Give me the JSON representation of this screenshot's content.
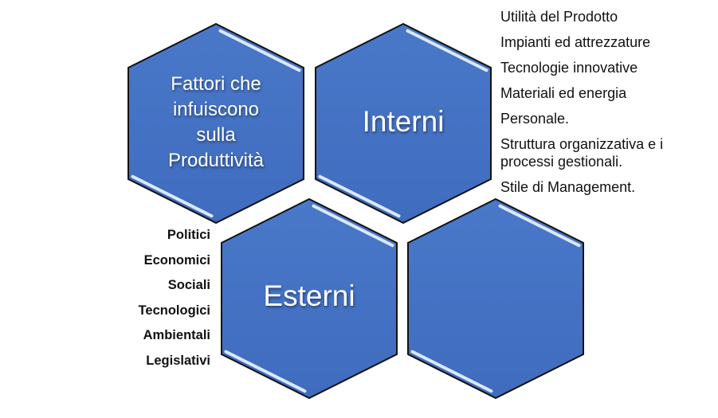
{
  "colors": {
    "hex_fill": "#4472C4",
    "hex_fill_dark": "#3A63AE",
    "outline": "#111111",
    "highlight": "#DCE8FA"
  },
  "hexagons": [
    {
      "id": "hex1",
      "label_lines": [
        "Fattori che",
        "infuiscono",
        "sulla",
        "Produttività"
      ]
    },
    {
      "id": "hex2",
      "label": "Interni"
    },
    {
      "id": "hex3",
      "label": "Esterni"
    },
    {
      "id": "hex4",
      "label": ""
    }
  ],
  "internal_factors": [
    "Utilità del Prodotto",
    "Impianti ed attrezzature",
    "Tecnologie innovative",
    "Materiali ed energia",
    "Personale.",
    "Struttura organizzativa e i processi gestionali.",
    "Stile di Management."
  ],
  "external_factors": [
    "Politici",
    "Economici",
    "Sociali",
    "Tecnologici",
    "Ambientali",
    "Legislativi"
  ]
}
